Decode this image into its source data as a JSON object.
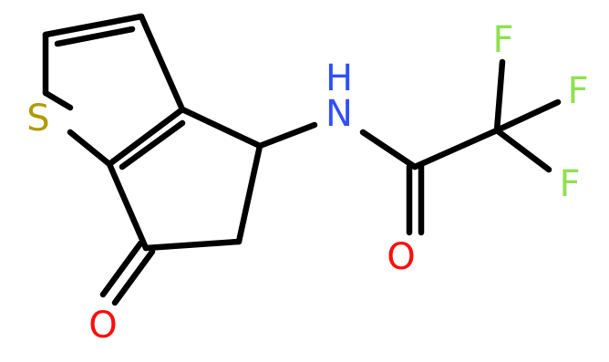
{
  "molecule": {
    "atoms": [
      {
        "id": "S1",
        "element": "S",
        "label": "S",
        "color": "#b29a00"
      },
      {
        "id": "O1",
        "element": "O",
        "label": "O",
        "color": "#ff0d0d"
      },
      {
        "id": "N1",
        "element": "N",
        "label": "N",
        "color": "#3050f8"
      },
      {
        "id": "H1",
        "element": "H",
        "label": "H",
        "color": "#3050f8"
      },
      {
        "id": "O2",
        "element": "O",
        "label": "O",
        "color": "#ff0d0d"
      },
      {
        "id": "F1",
        "element": "F",
        "label": "F",
        "color": "#90e050"
      },
      {
        "id": "F2",
        "element": "F",
        "label": "F",
        "color": "#90e050"
      },
      {
        "id": "F3",
        "element": "F",
        "label": "F",
        "color": "#90e050"
      }
    ],
    "bond_color": "#000000"
  }
}
